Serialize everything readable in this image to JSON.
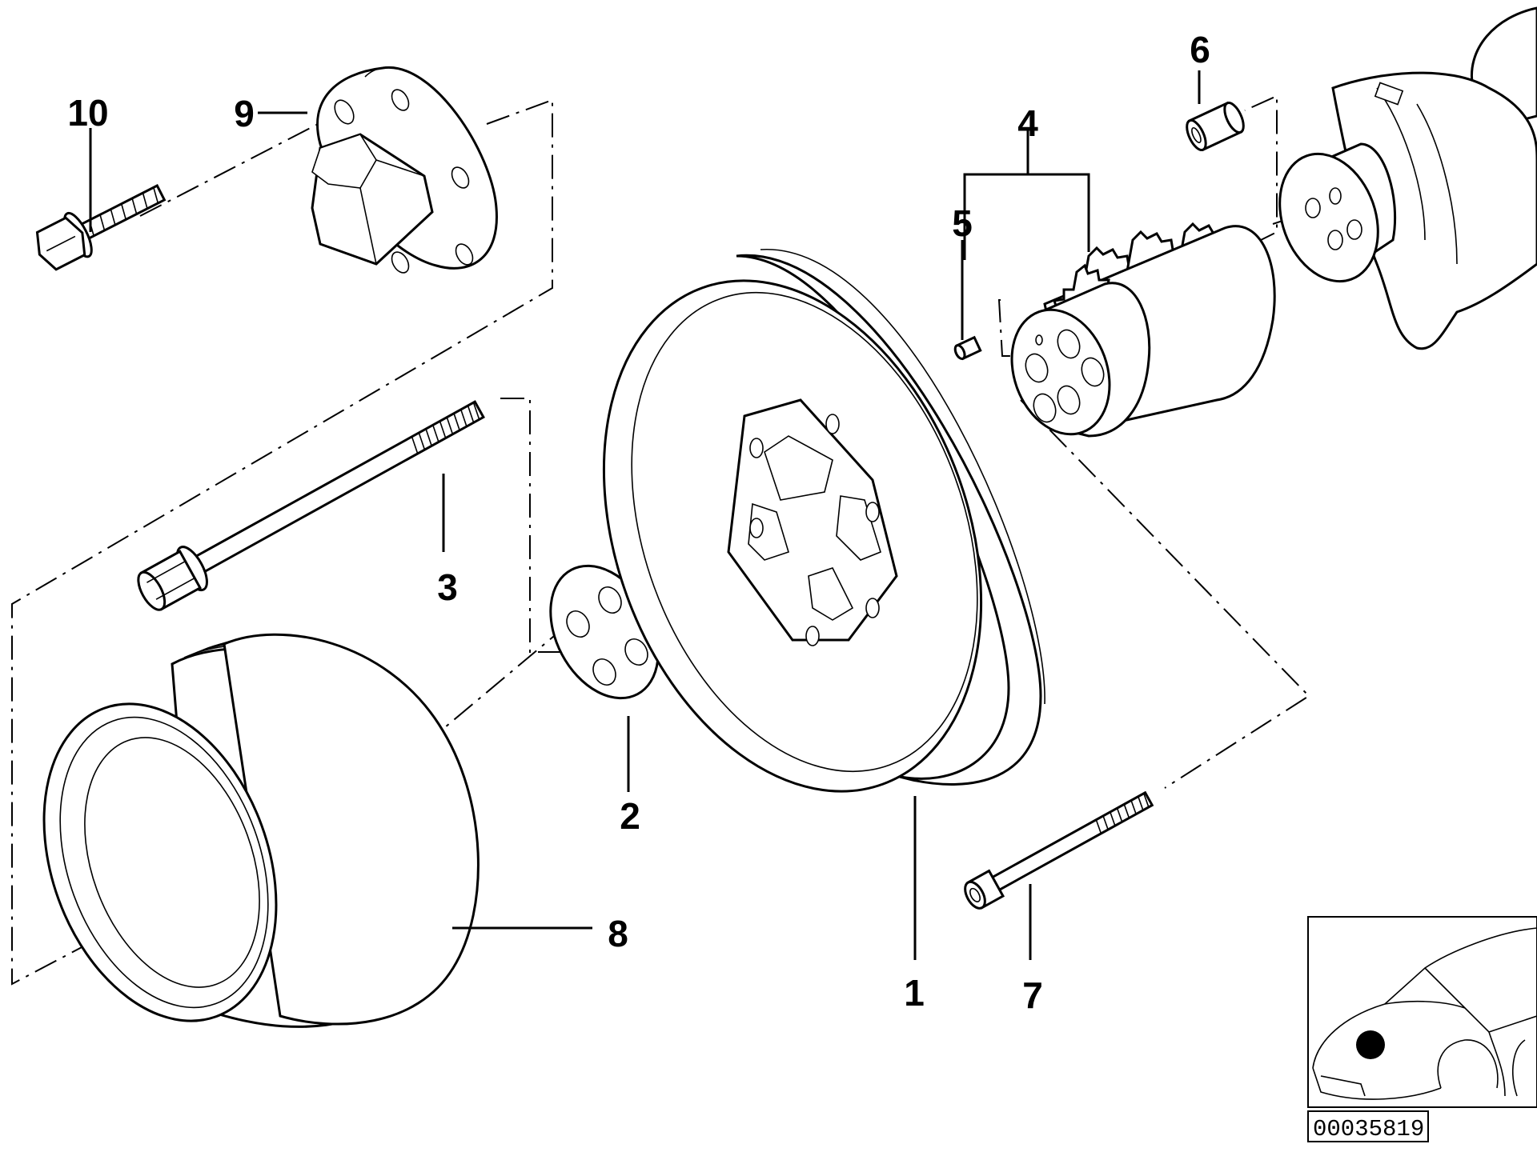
{
  "diagram": {
    "reference_number": "00035819",
    "callouts": [
      {
        "id": "c1",
        "text": "1"
      },
      {
        "id": "c2",
        "text": "2"
      },
      {
        "id": "c3",
        "text": "3"
      },
      {
        "id": "c4",
        "text": "4"
      },
      {
        "id": "c5",
        "text": "5"
      },
      {
        "id": "c6",
        "text": "6"
      },
      {
        "id": "c7",
        "text": "7"
      },
      {
        "id": "c8",
        "text": "8"
      },
      {
        "id": "c9",
        "text": "9"
      },
      {
        "id": "c10",
        "text": "10"
      }
    ],
    "parts": [
      {
        "callout": "1",
        "icon": "vibration-damper-icon"
      },
      {
        "callout": "2",
        "icon": "washer-plate-icon"
      },
      {
        "callout": "3",
        "icon": "central-bolt-icon"
      },
      {
        "callout": "4",
        "icon": "sprocket-hub-icon"
      },
      {
        "callout": "5",
        "icon": "dowel-pin-icon"
      },
      {
        "callout": "6",
        "icon": "sleeve-icon"
      },
      {
        "callout": "7",
        "icon": "socket-screw-icon"
      },
      {
        "callout": "8",
        "icon": "belt-pulley-icon"
      },
      {
        "callout": "9",
        "icon": "hub-flange-icon"
      },
      {
        "callout": "10",
        "icon": "hex-bolt-icon"
      }
    ],
    "locator_icon": "car-locator-icon",
    "crankshaft_icon": "crankshaft-icon",
    "colors": {
      "line": "#000000",
      "background": "#ffffff"
    }
  }
}
